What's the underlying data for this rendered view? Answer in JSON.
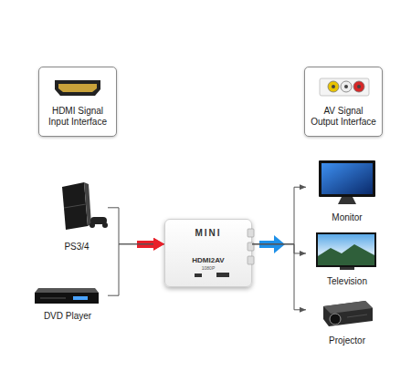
{
  "diagram": {
    "nodes": [
      {
        "text": [
          "HDMI Signal Input Interface"
        ]
      },
      {
        "text": [
          "AV Signal Output Interface"
        ]
      },
      {
        "text": [
          "PS3/4"
        ]
      },
      {
        "text": [
          "DVD Player"
        ]
      },
      {
        "text": [
          "MINI",
          "HDMI2AV",
          "1080P"
        ]
      },
      {
        "text": [
          "Monitor"
        ]
      },
      {
        "text": [
          "Television"
        ]
      },
      {
        "text": [
          "Projector"
        ]
      }
    ],
    "edges": [
      {
        "from": 2,
        "to": 4,
        "arrow": "to"
      },
      {
        "from": 3,
        "to": 4,
        "arrow": "to"
      },
      {
        "from": 4,
        "to": 5,
        "arrow": "to"
      },
      {
        "from": 4,
        "to": 6,
        "arrow": "to"
      },
      {
        "from": 4,
        "to": 7,
        "arrow": "to"
      }
    ]
  }
}
